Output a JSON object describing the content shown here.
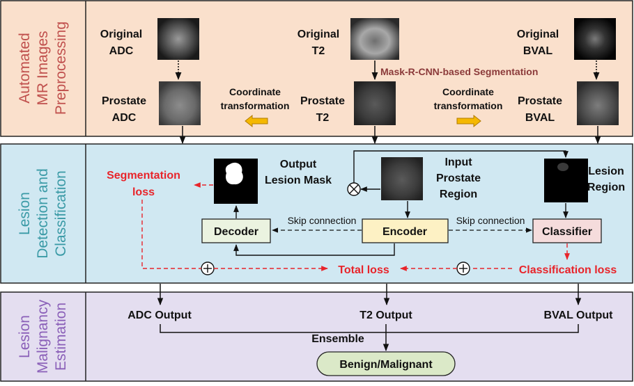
{
  "colors": {
    "panel1_bg": "#fae0cc",
    "panel2_bg": "#d0e8f2",
    "panel3_bg": "#e4def0",
    "panel1_text": "#c0504d",
    "panel2_text": "#3a9aa6",
    "panel3_text": "#8a5fb8",
    "loss_red": "#e8242a",
    "mask_rcnn_text": "#8b3a3a",
    "decoder_fill": "#ebf3e0",
    "encoder_fill": "#fdf1c4",
    "classifier_fill": "#f5dcdc",
    "ensemble_fill": "#dbe9c8",
    "arrow_yellow": "#f5b800"
  },
  "icons": [
    "mri-adc-thumbnail",
    "mri-t2-thumbnail",
    "mri-bval-thumbnail",
    "lesion-mask-image",
    "multiply-node",
    "plus-node",
    "yellow-arrow"
  ],
  "sections": {
    "preprocessing": {
      "line1": "Automated",
      "line2": "MR Images",
      "line3": "Preprocessing"
    },
    "detection": {
      "line1": "Lesion",
      "line2": "Detection and",
      "line3": "Classification"
    },
    "malignancy": {
      "line1": "Lesion",
      "line2": "Malignancy",
      "line3": "Estimation"
    }
  },
  "preprocessing": {
    "orig_adc": [
      "Original",
      "ADC"
    ],
    "orig_t2": [
      "Original",
      "T2"
    ],
    "orig_bval": [
      "Original",
      "BVAL"
    ],
    "prostate_adc": [
      "Prostate",
      "ADC"
    ],
    "prostate_t2": [
      "Prostate",
      "T2"
    ],
    "prostate_bval": [
      "Prostate",
      "BVAL"
    ],
    "coord_left": [
      "Coordinate",
      "transformation"
    ],
    "coord_right": [
      "Coordinate",
      "transformation"
    ],
    "mask_rcnn": "Mask-R-CNN-based Segmentation"
  },
  "detection": {
    "output_mask": [
      "Output",
      "Lesion Mask"
    ],
    "input_region": [
      "Input",
      "Prostate",
      "Region"
    ],
    "lesion_region": [
      "Lesion",
      "Region"
    ],
    "seg_loss": [
      "Segmentation",
      "loss"
    ],
    "decoder": "Decoder",
    "encoder": "Encoder",
    "classifier": "Classifier",
    "skip_left": "Skip connection",
    "skip_right": "Skip connection",
    "total_loss": "Total loss",
    "class_loss": "Classification loss"
  },
  "malignancy": {
    "adc_output": "ADC Output",
    "t2_output": "T2 Output",
    "bval_output": "BVAL Output",
    "ensemble": "Ensemble",
    "result": "Benign/Malignant"
  }
}
